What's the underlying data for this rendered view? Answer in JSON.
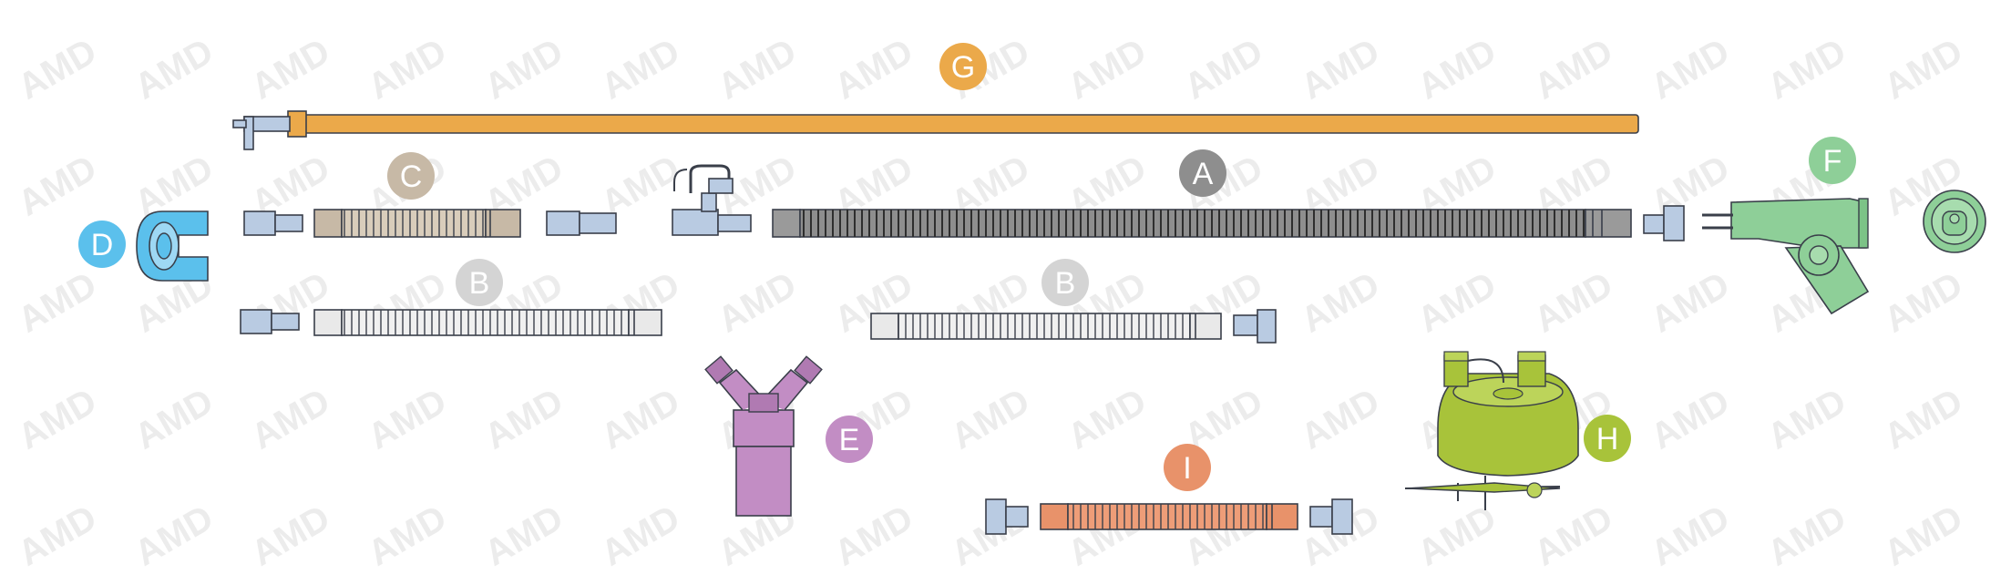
{
  "watermark": {
    "text": "AMD"
  },
  "labels": {
    "A": "A",
    "B": "B",
    "C": "C",
    "D": "D",
    "E": "E",
    "F": "F",
    "G": "G",
    "H": "H",
    "I": "I"
  },
  "colors": {
    "A": "#8e8e8e",
    "B": "#d4d4d4",
    "C": "#c7b9a6",
    "D": "#5bc0ec",
    "E": "#c28dc4",
    "F": "#8ecf98",
    "G": "#eba94a",
    "H": "#a8c33a",
    "I": "#e8926a",
    "connector": "#b9cbe2"
  }
}
